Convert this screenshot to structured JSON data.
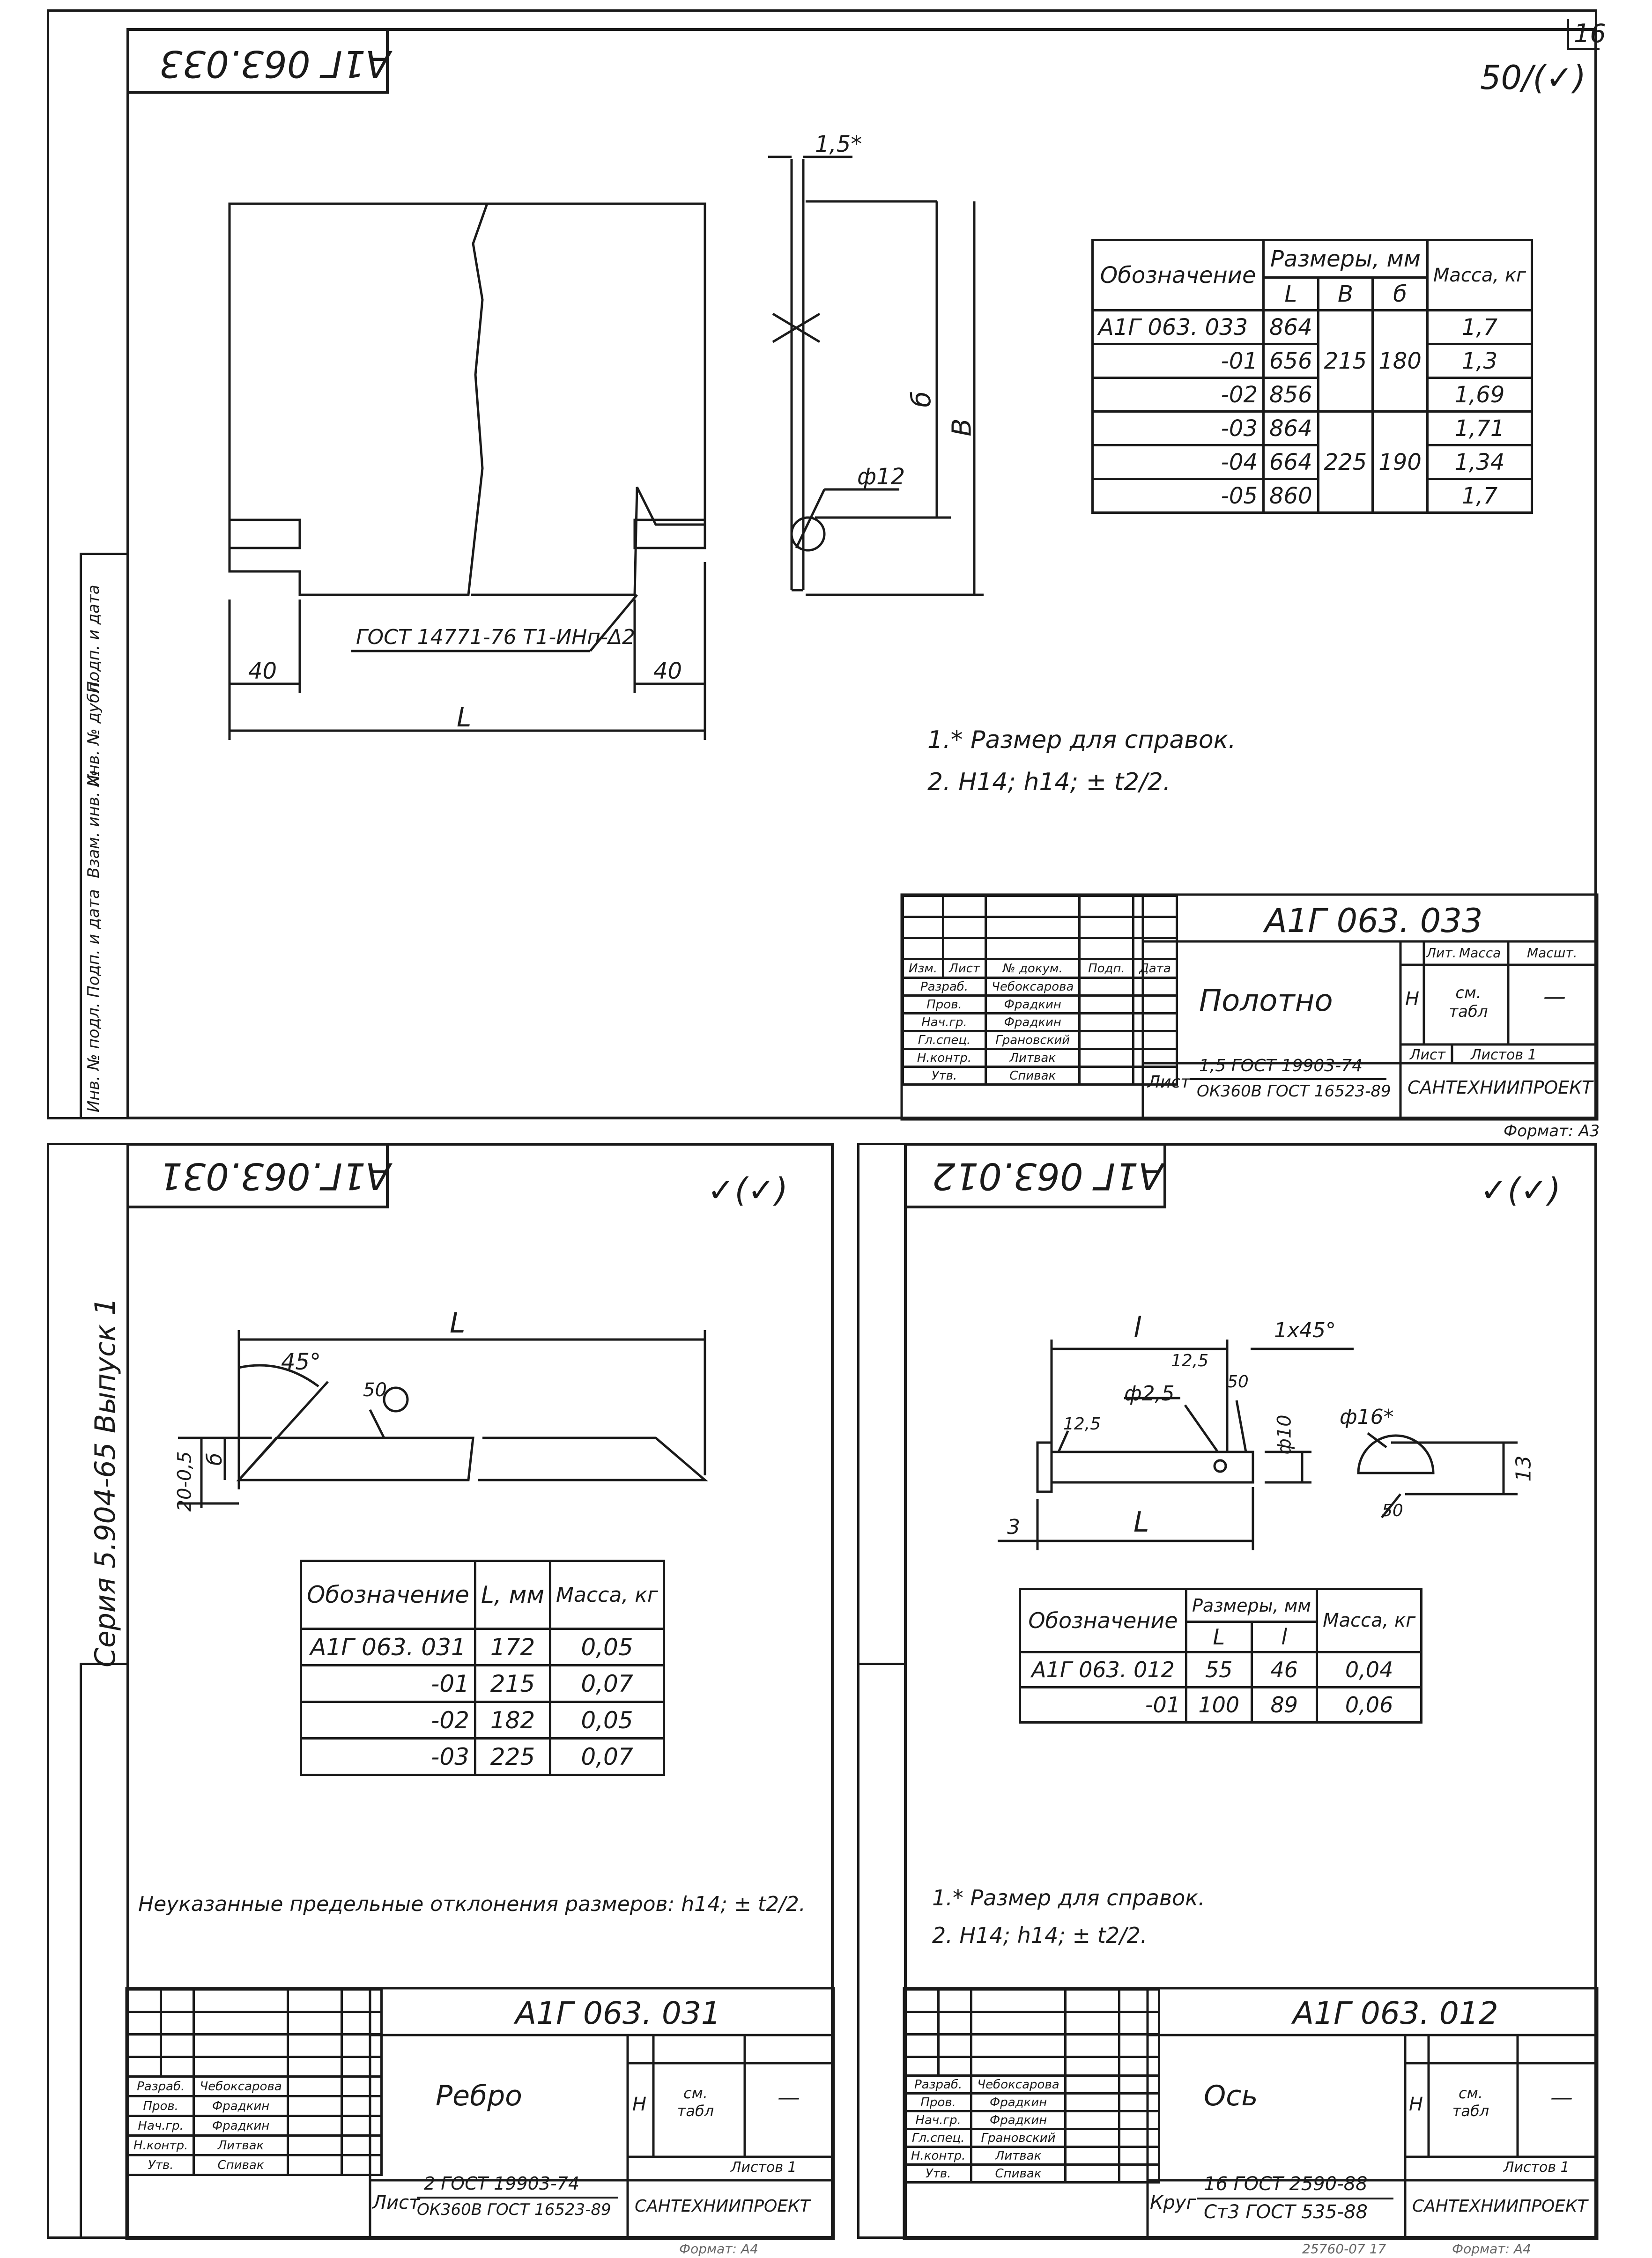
{
  "page_number": "16",
  "series": "Серия 5.904-65 Выпуск 1",
  "side_labels": [
    "Инв. № подл.",
    "Подп. и дата",
    "Взам. инв. №",
    "Инв. № дубл.",
    "Подп. и дата"
  ],
  "sheet1": {
    "stamp_code": "А1Г 063.033",
    "roughness": "50/(✓)",
    "dims": {
      "thickness": "1,5*",
      "L": "L",
      "left40": "40",
      "right40": "40",
      "b": "б",
      "B": "В",
      "d12": "ф12"
    },
    "weld_note": "ГОСТ 14771-76 Т1-ИНп-Δ2",
    "table": {
      "headers": {
        "designation": "Обозначение",
        "sizes": "Размеры, мм",
        "mass": "Масса, кг",
        "L": "L",
        "B": "В",
        "b": "б"
      },
      "rows": [
        {
          "designation": "А1Г 063. 033",
          "L": "864",
          "mass": "1,7"
        },
        {
          "designation": "-01",
          "L": "656",
          "mass": "1,3"
        },
        {
          "designation": "-02",
          "L": "856",
          "mass": "1,69"
        },
        {
          "designation": "-03",
          "L": "864",
          "mass": "1,71"
        },
        {
          "designation": "-04",
          "L": "664",
          "mass": "1,34"
        },
        {
          "designation": "-05",
          "L": "860",
          "mass": "1,7"
        }
      ],
      "groups": [
        {
          "B": "215",
          "b": "180"
        },
        {
          "B": "225",
          "b": "190"
        }
      ]
    },
    "notes": [
      "1.* Размер для справок.",
      "2. Н14; h14; ± t2/2."
    ],
    "title_block": {
      "code": "А1Г 063. 033",
      "name": "Полотно",
      "lit": "Лит.",
      "mass": "Масса",
      "scale": "Масшт.",
      "lit_val": "Н",
      "mass_val": "см. табл",
      "scale_val": "—",
      "sheet": "Лист",
      "sheets": "Листов 1",
      "material_prefix": "Лист",
      "material_top": "1,5 ГОСТ 19903-74",
      "material_bottom": "ОК360В ГОСТ 16523-89",
      "org": "САНТЕХНИИПРОЕКТ",
      "roles": [
        "Изм.",
        "Лист",
        "№ докум.",
        "Подп.",
        "Дата"
      ],
      "people": [
        {
          "role": "Разраб.",
          "name": "Чебоксарова"
        },
        {
          "role": "Пров.",
          "name": "Фрадкин"
        },
        {
          "role": "Нач.гр.",
          "name": "Фрадкин"
        },
        {
          "role": "Гл.спец.",
          "name": "Грановский"
        },
        {
          "role": "Н.контр.",
          "name": "Литвак"
        },
        {
          "role": "Утв.",
          "name": "Спивак"
        }
      ]
    },
    "format": "Формат: А3"
  },
  "sheet2": {
    "stamp_code": "А1Г.063.031",
    "roughness": "✓(✓)",
    "dims": {
      "L": "L",
      "angle": "45°",
      "h": "20-0,5",
      "b": "б",
      "rough": "50"
    },
    "table": {
      "headers": {
        "designation": "Обозначение",
        "L": "L, мм",
        "mass": "Масса, кг"
      },
      "rows": [
        {
          "designation": "А1Г 063. 031",
          "L": "172",
          "mass": "0,05"
        },
        {
          "designation": "-01",
          "L": "215",
          "mass": "0,07"
        },
        {
          "designation": "-02",
          "L": "182",
          "mass": "0,05"
        },
        {
          "designation": "-03",
          "L": "225",
          "mass": "0,07"
        }
      ]
    },
    "note": "Неуказанные предельные отклонения размеров: h14; ± t2/2.",
    "title_block": {
      "code": "А1Г 063. 031",
      "name": "Ребро",
      "lit_val": "Н",
      "mass_val": "см. табл",
      "scale_val": "—",
      "sheets": "Листов 1",
      "material_prefix": "Лист",
      "material_top": "2 ГОСТ 19903-74",
      "material_bottom": "ОК360В ГОСТ 16523-89",
      "org": "САНТЕХНИИПРОЕКТ",
      "people": [
        {
          "role": "Разраб.",
          "name": "Чебоксарова"
        },
        {
          "role": "Пров.",
          "name": "Фрадкин"
        },
        {
          "role": "Нач.гр.",
          "name": "Фрадкин"
        },
        {
          "role": "Н.контр.",
          "name": "Литвак"
        },
        {
          "role": "Утв.",
          "name": "Спивак"
        }
      ]
    },
    "format": "Формат: А4"
  },
  "sheet3": {
    "stamp_code": "А1Г 063.012",
    "roughness": "✓(✓)",
    "dims": {
      "l": "l",
      "L": "L",
      "chamfer": "1х45°",
      "r125a": "12,5",
      "r125b": "12,5",
      "d25": "ф2,5",
      "r50": "50",
      "d10": "ф10",
      "d16": "ф16*",
      "h13": "13",
      "r50b": "50",
      "three": "3"
    },
    "table": {
      "headers": {
        "designation": "Обозначение",
        "sizes": "Размеры, мм",
        "mass": "Масса, кг",
        "L": "L",
        "l": "l"
      },
      "rows": [
        {
          "designation": "А1Г 063. 012",
          "L": "55",
          "l": "46",
          "mass": "0,04"
        },
        {
          "designation": "-01",
          "L": "100",
          "l": "89",
          "mass": "0,06"
        }
      ]
    },
    "notes": [
      "1.* Размер для справок.",
      "2. Н14; h14; ± t2/2."
    ],
    "title_block": {
      "code": "А1Г 063. 012",
      "name": "Ось",
      "lit_val": "Н",
      "mass_val": "см. табл",
      "scale_val": "—",
      "sheets": "Листов 1",
      "material_prefix": "Круг",
      "material_top": "16 ГОСТ 2590-88",
      "material_bottom": "Ст3 ГОСТ 535-88",
      "org": "САНТЕХНИИПРОЕКТ",
      "people": [
        {
          "role": "Разраб.",
          "name": "Чебоксарова"
        },
        {
          "role": "Пров.",
          "name": "Фрадкин"
        },
        {
          "role": "Нач.гр.",
          "name": "Фрадкин"
        },
        {
          "role": "Гл.спец.",
          "name": "Грановский"
        },
        {
          "role": "Н.контр.",
          "name": "Литвак"
        },
        {
          "role": "Утв.",
          "name": "Спивак"
        }
      ]
    },
    "footer": "25760-07 17",
    "format": "Формат: А4"
  }
}
